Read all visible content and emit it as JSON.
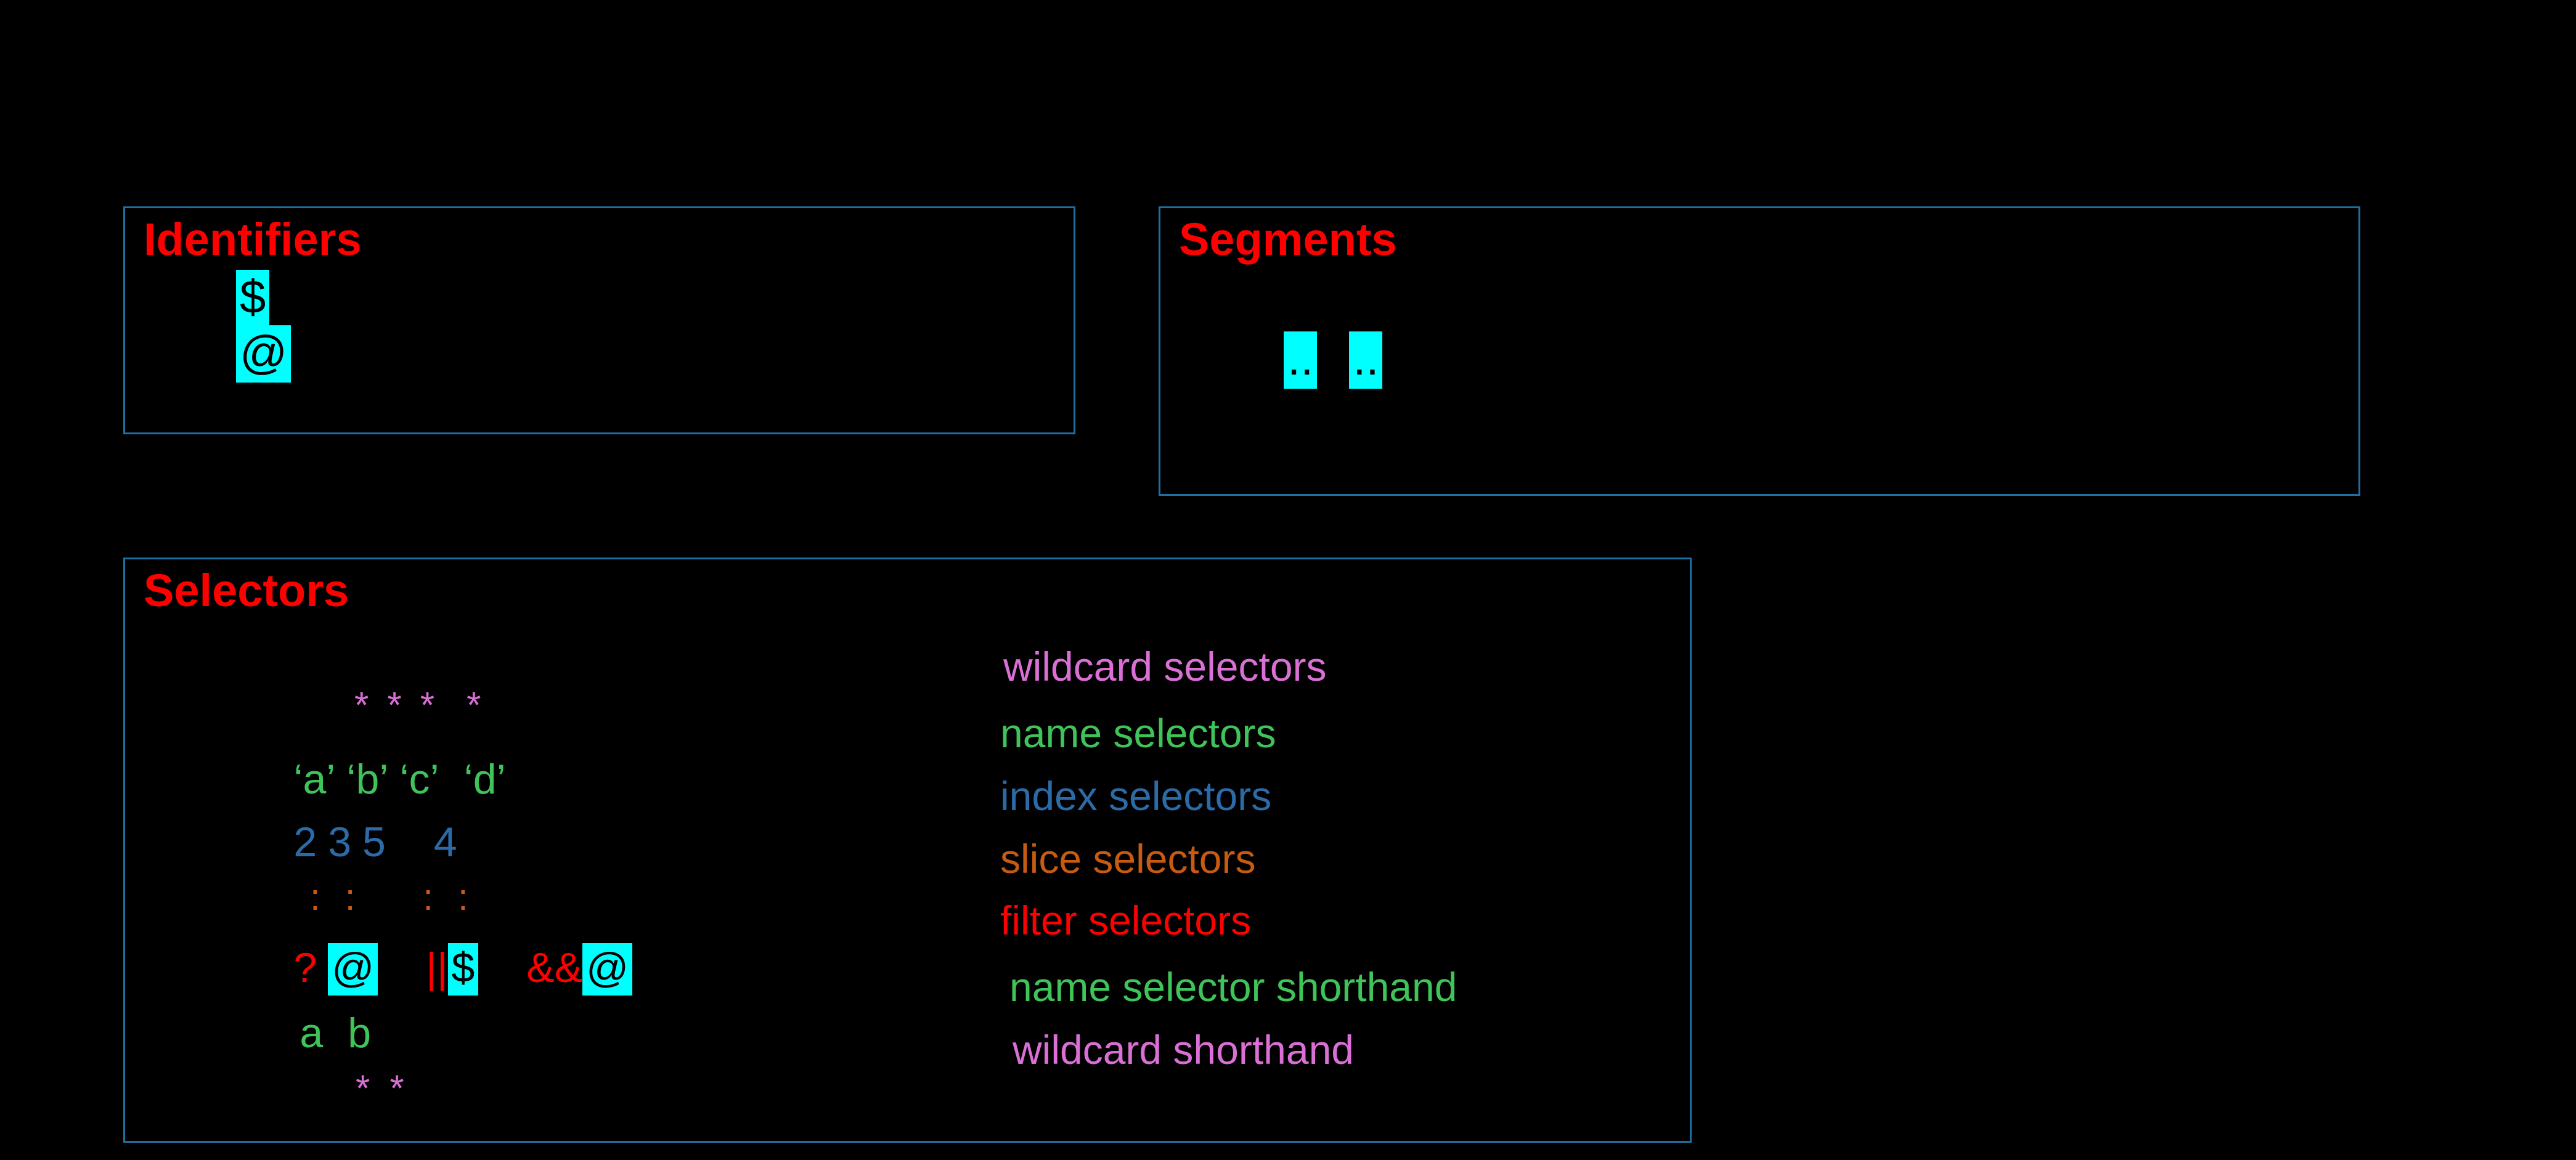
{
  "theme": {
    "background": "#000000",
    "panel_border": "#1F6FA4",
    "title_color": "#FF0000",
    "highlight_background": "#00FFFF",
    "highlight_text": "#000000",
    "wildcard_color": "#DA70D6",
    "name_color": "#3FC45A",
    "index_color": "#2B6CA8",
    "slice_color": "#C75B12",
    "filter_color": "#FF0000"
  },
  "panels": {
    "identifiers": {
      "title": "Identifiers",
      "tokens": {
        "root": "$",
        "current": "@"
      }
    },
    "segments": {
      "title": "Segments",
      "tokens": {
        "descendant_1": "..",
        "descendant_2": ".."
      }
    },
    "selectors": {
      "title": "Selectors",
      "rows": [
        {
          "label": "wildcard selectors",
          "tokens": [
            "*",
            "*",
            "*",
            "*"
          ]
        },
        {
          "label": "name selectors",
          "tokens": [
            "‘a’",
            "‘b’",
            "‘c’",
            "‘d’"
          ]
        },
        {
          "label": "index selectors",
          "tokens": [
            "2",
            "3",
            "5",
            "4"
          ]
        },
        {
          "label": "slice selectors",
          "tokens": [
            ":",
            ":",
            ":",
            ":"
          ]
        },
        {
          "label": "filter selectors",
          "tokens": [
            "?",
            "@",
            "||",
            "$",
            "&&",
            "@"
          ]
        },
        {
          "label": "name selector shorthand",
          "tokens": [
            "a",
            "b"
          ]
        },
        {
          "label": "wildcard shorthand",
          "tokens": [
            "*",
            "*"
          ]
        }
      ]
    }
  }
}
